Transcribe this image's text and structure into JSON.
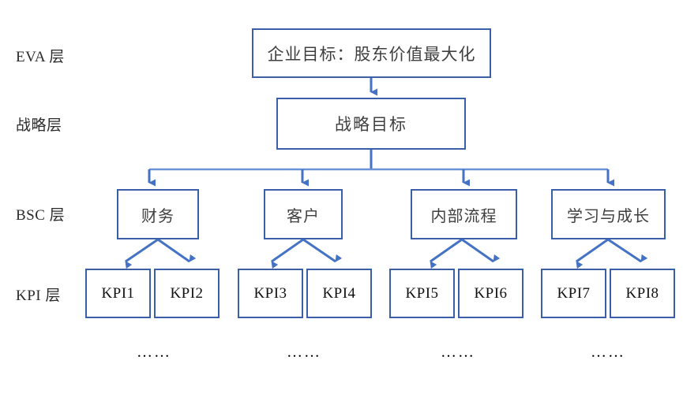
{
  "diagram": {
    "title_present": false,
    "colors": {
      "box_border": "#3A5FA8",
      "connector": "#4472C4",
      "box_fill": "#FFFFFF",
      "text": "#3F3F3F",
      "label_text": "#2B2B2B",
      "background": "#FFFFFF"
    },
    "layers": [
      {
        "id": "eva",
        "label": "EVA 层"
      },
      {
        "id": "strategy",
        "label": "战略层"
      },
      {
        "id": "bsc",
        "label": "BSC 层"
      },
      {
        "id": "kpi",
        "label": "KPI 层"
      }
    ],
    "eva_node": {
      "label": "企业目标：股东价值最大化"
    },
    "strategy_node": {
      "label": "战略目标"
    },
    "bsc_nodes": [
      {
        "label": "财务"
      },
      {
        "label": "客户"
      },
      {
        "label": "内部流程"
      },
      {
        "label": "学习与成长"
      }
    ],
    "kpi_nodes": [
      {
        "label": "KPI1"
      },
      {
        "label": "KPI2"
      },
      {
        "label": "KPI3"
      },
      {
        "label": "KPI4"
      },
      {
        "label": "KPI5"
      },
      {
        "label": "KPI6"
      },
      {
        "label": "KPI7"
      },
      {
        "label": "KPI8"
      }
    ],
    "ellipses": [
      {
        "label": "……"
      },
      {
        "label": "……"
      },
      {
        "label": "……"
      },
      {
        "label": "……"
      }
    ]
  }
}
